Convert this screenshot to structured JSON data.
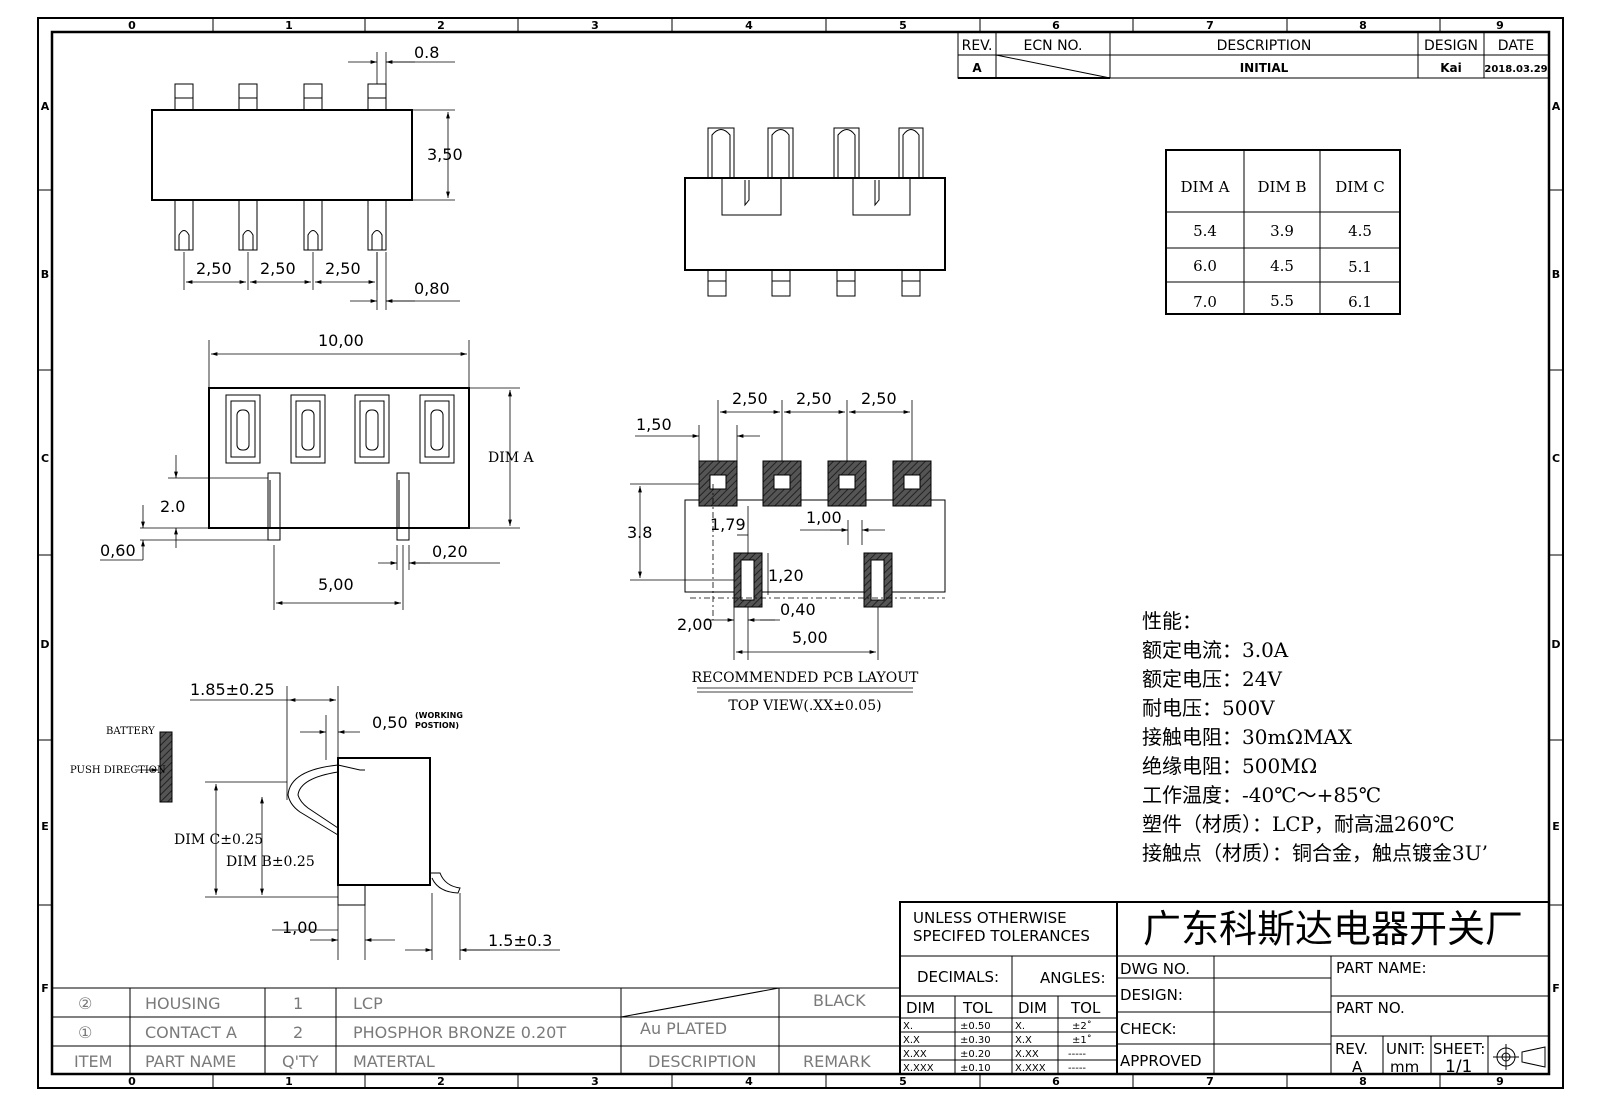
{
  "border": {
    "col_labels_top": [
      "0",
      "1",
      "2",
      "3",
      "4",
      "5",
      "6",
      "7",
      "8",
      "9"
    ],
    "col_labels_bottom": [
      "0",
      "1",
      "2",
      "3",
      "4",
      "5",
      "6",
      "7",
      "8",
      "9"
    ],
    "row_labels": [
      "A",
      "B",
      "C",
      "D",
      "E",
      "F"
    ]
  },
  "revision_block": {
    "headers": {
      "rev": "REV.",
      "ecn": "ECN NO.",
      "description": "DESCRIPTION",
      "design": "DESIGN",
      "date": "DATE"
    },
    "row": {
      "rev": "A",
      "description": "INITIAL",
      "design": "Kai",
      "date": "2018.03.29"
    }
  },
  "dim_table": {
    "headers": [
      "DIM A",
      "DIM B",
      "DIM C"
    ],
    "rows": [
      [
        "5.4",
        "3.9",
        "4.5"
      ],
      [
        "6.0",
        "4.5",
        "5.1"
      ],
      [
        "7.0",
        "5.5",
        "6.1"
      ]
    ]
  },
  "views": {
    "top": {
      "pitch1": "2,50",
      "pitch2": "2,50",
      "pitch3": "2,50",
      "pin_width": "0.8",
      "height": "3,50",
      "pin_gap": "0,80"
    },
    "front": {
      "width": "10,00",
      "dim_a": "DIM A",
      "h1": "2.0",
      "h2": "0,60",
      "w_small": "0,20",
      "span": "5,00"
    },
    "pcb": {
      "p1": "2,50",
      "p2": "2,50",
      "p3": "2,50",
      "pad": "1,50",
      "h": "3.8",
      "gap": "1,79",
      "w1": "1,00",
      "slot_h": "1,20",
      "slot_w": "0,40",
      "offset": "2,00",
      "span": "5,00",
      "caption1": "RECOMMENDED PCB LAYOUT",
      "caption2": "TOP VIEW(.XX±0.05)"
    },
    "side": {
      "d1": "1.85±0.25",
      "d2": "0,50",
      "working1": "(WORKING",
      "working2": "POSTION)",
      "battery": "BATTERY",
      "push": "PUSH DIRECTION",
      "dim_c": "DIM C±0.25",
      "dim_b": "DIM B±0.25",
      "d3": "1,00",
      "d4": "1.5±0.3"
    }
  },
  "specs": {
    "title": "性能：",
    "lines": [
      "额定电流：3.0A",
      "额定电压：24V",
      "耐电压：500V",
      "接触电阻：30mΩMAX",
      "绝缘电阻：500MΩ",
      "工作温度：-40℃～+85℃",
      "塑件（材质）：LCP，耐高温260℃",
      "接触点（材质）：铜合金，触点镀金3U’"
    ]
  },
  "bom": {
    "rows": [
      {
        "item": "②",
        "name": "HOUSING",
        "qty": "1",
        "material": "LCP",
        "description": "",
        "remark": "BLACK"
      },
      {
        "item": "①",
        "name": "CONTACT A",
        "qty": "2",
        "material": "PHOSPHOR BRONZE 0.20T",
        "description": "Au PLATED",
        "remark": ""
      }
    ],
    "header": {
      "item": "ITEM",
      "name": "PART NAME",
      "qty": "Q'TY",
      "material": "MATERTAL",
      "description": "DESCRIPTION",
      "remark": "REMARK"
    }
  },
  "title_block": {
    "tolerance_note1": "UNLESS OTHERWISE",
    "tolerance_note2": "SPECIFED TOLERANCES",
    "company": "广东科斯达电器开关厂",
    "decimals": "DECIMALS:",
    "angles": "ANGLES:",
    "dim": "DIM",
    "tol": "TOL",
    "dec_rows": [
      [
        "X.",
        "±0.50"
      ],
      [
        "X.X",
        "±0.30"
      ],
      [
        "X.XX",
        "±0.20"
      ],
      [
        "X.XXX",
        "±0.10"
      ]
    ],
    "ang_rows": [
      [
        "X.",
        "±2˚"
      ],
      [
        "X.X",
        "±1˚"
      ],
      [
        "X.XX",
        "-----"
      ],
      [
        "X.XXX",
        "-----"
      ]
    ],
    "dwg_no": "DWG NO.",
    "design": "DESIGN:",
    "check": "CHECK:",
    "approved": "APPROVED",
    "part_name": "PART NAME:",
    "part_no": "PART NO.",
    "rev_label": "REV.",
    "rev_value": "A",
    "unit_label": "UNIT:",
    "unit_value": "mm",
    "sheet_label": "SHEET:",
    "sheet_value": "1/1"
  }
}
